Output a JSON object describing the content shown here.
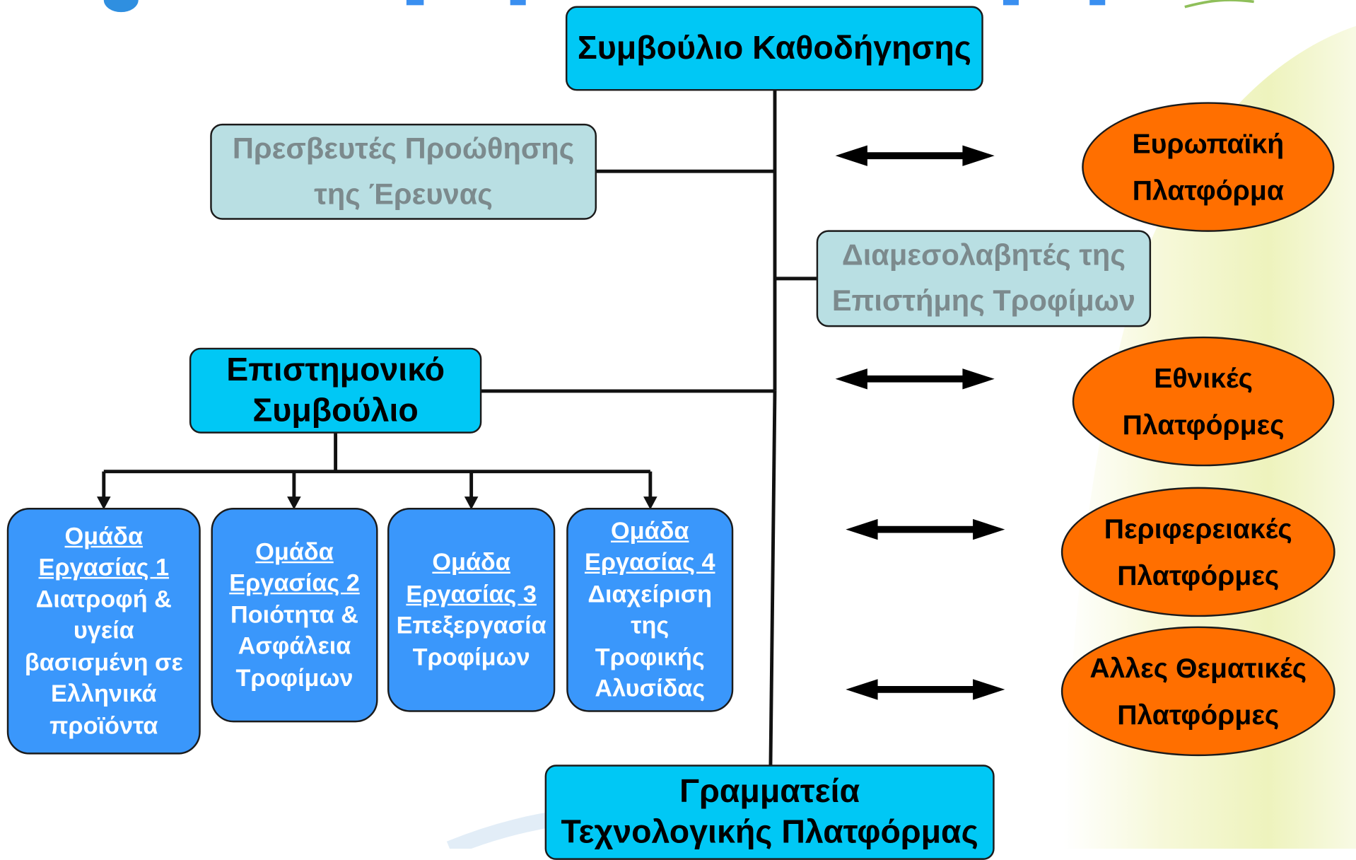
{
  "steering_board": {
    "label": "Συμβούλιο Καθοδήγησης"
  },
  "research_ambassadors": {
    "lines": [
      "Πρεσβευτές Προώθησης",
      "της Έρευνας"
    ]
  },
  "food_science_mediators": {
    "lines": [
      "Διαμεσολαβητές της",
      "Επιστήμης Τροφίμων"
    ]
  },
  "scientific_council": {
    "lines": [
      "Επιστημονικό",
      "Συμβούλιο"
    ]
  },
  "working_groups": [
    {
      "title_lines": [
        "Ομάδα",
        "Εργασίας 1"
      ],
      "body_lines": [
        "Διατροφή &",
        "υγεία",
        "βασισμένη σε",
        "Ελληνικά",
        "προϊόντα"
      ]
    },
    {
      "title_lines": [
        "Ομάδα",
        "Εργασίας 2"
      ],
      "body_lines": [
        "Ποιότητα &",
        "Ασφάλεια",
        "Τροφίμων"
      ]
    },
    {
      "title_lines": [
        "Ομάδα",
        "Εργασίας 3"
      ],
      "body_lines": [
        "Επεξεργασία",
        "Τροφίμων"
      ]
    },
    {
      "title_lines": [
        "Ομάδα",
        "Εργασίας 4"
      ],
      "body_lines": [
        "Διαχείριση",
        "της",
        "Τροφικής",
        "Αλυσίδας"
      ]
    }
  ],
  "secretariat": {
    "lines": [
      "Γραμματεία",
      "Τεχνολογικής Πλατφόρμας"
    ]
  },
  "platforms": [
    {
      "lines": [
        "Ευρωπαϊκή",
        "Πλατφόρμα"
      ]
    },
    {
      "lines": [
        "Εθνικές",
        "Πλατφόρμες"
      ]
    },
    {
      "lines": [
        "Περιφερειακές",
        "Πλατφόρμες"
      ]
    },
    {
      "lines": [
        "Αλλες Θεματικές",
        "Πλατφόρμες"
      ]
    }
  ],
  "colors": {
    "council_box": "#00c8f5",
    "working_group_box": "#3a97fb",
    "pale_box": "#b9dfe3",
    "platform_oval": "#ff6f00",
    "background_band": "#f3f6c6"
  },
  "icons": {
    "connector": "double-headed-arrow"
  }
}
